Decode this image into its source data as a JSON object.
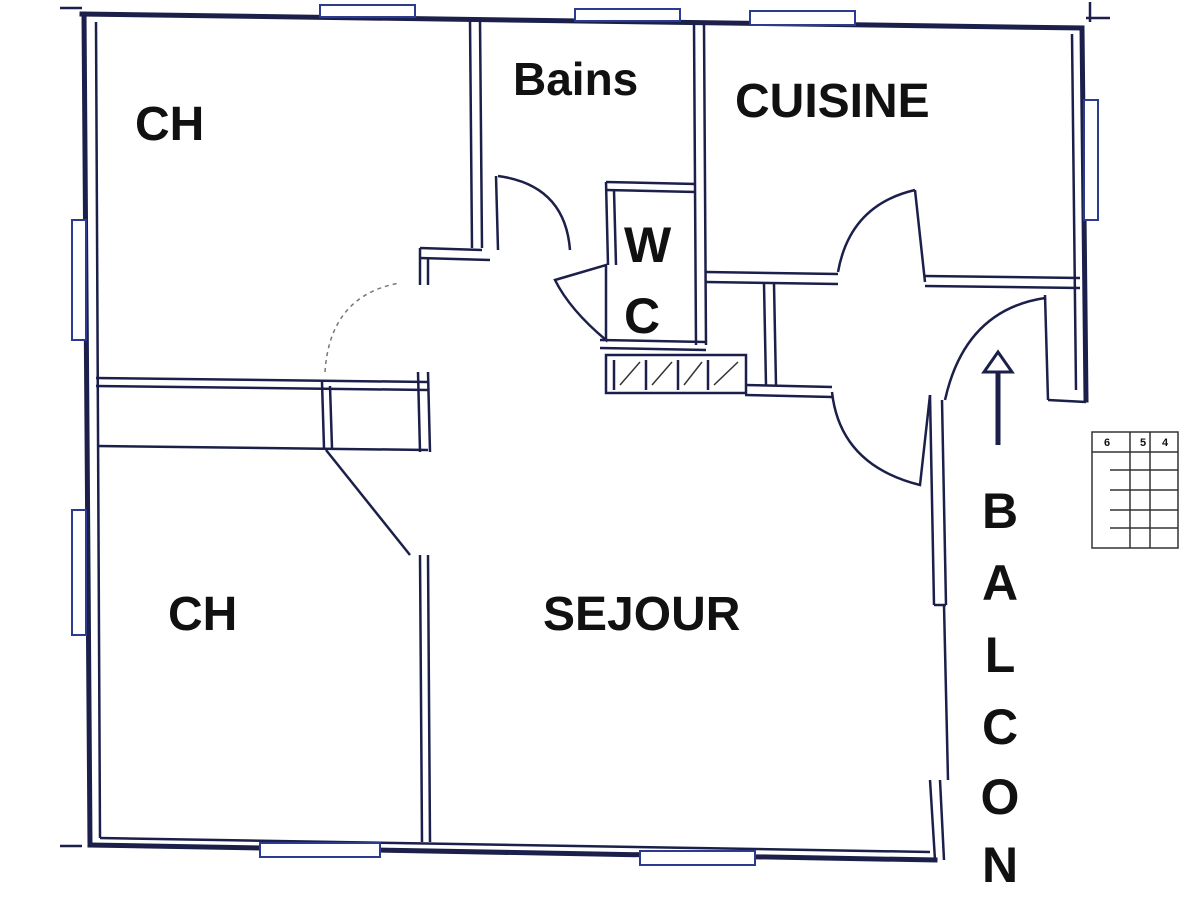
{
  "rooms": {
    "ch_top": "CH",
    "bains": "Bains",
    "cuisine": "CUISINE",
    "wc_w": "W",
    "wc_c": "C",
    "ch_bottom": "CH",
    "sejour": "SEJOUR"
  },
  "balcon": [
    "B",
    "A",
    "L",
    "C",
    "O",
    "N"
  ],
  "stair_marks": [
    "6",
    "5",
    "4"
  ],
  "colors": {
    "wall": "#1b1f4a",
    "window": "#2b3b8f",
    "text": "#111111"
  }
}
